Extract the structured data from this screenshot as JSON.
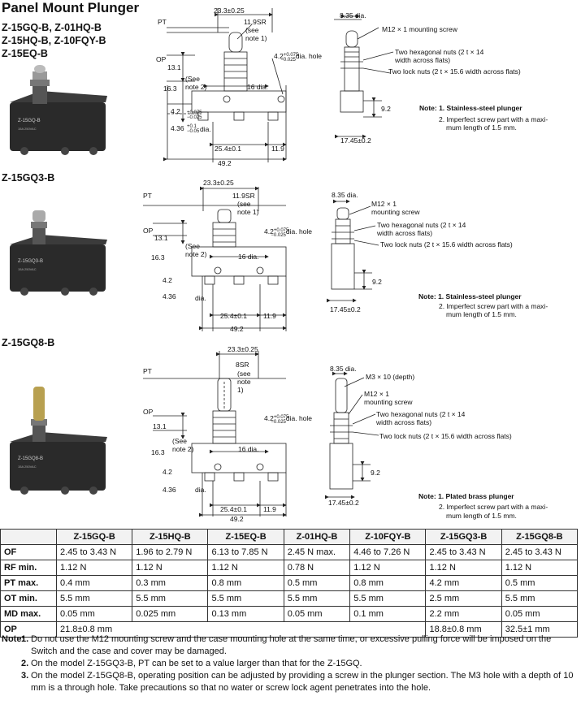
{
  "header": {
    "title": "Panel Mount Plunger",
    "models": [
      "Z-15GQ-B, Z-01HQ-B",
      "Z-15HQ-B, Z-10FQY-B",
      "Z-15EQ-B"
    ]
  },
  "sections": [
    {
      "label": "",
      "side": {
        "dia": "8.35 dia.",
        "callouts": [
          "M12 × 1 mounting screw",
          "Two hexagonal nuts (2 t × 14",
          "width across flats)",
          "Two lock nuts (2 t × 15.6 width across flats)"
        ],
        "dims": [
          "9.2",
          "17.45±0.2"
        ]
      },
      "front": {
        "dims": [
          "23.3±0.25",
          "11.9SR",
          "(see",
          "note 1)",
          "PT",
          "OP",
          "13.1",
          "(See",
          "note 2)",
          "16.3",
          "16 dia.",
          "4.2",
          "4.36",
          "25.4±0.1",
          "11.9",
          "49.2",
          "dia. hole",
          "dia."
        ]
      },
      "notes": [
        "Note: 1. Stainless-steel plunger",
        "2. Imperfect screw part with a maxi-",
        "mum length of 1.5 mm."
      ]
    },
    {
      "label": "Z-15GQ3-B",
      "side": {
        "dia": "8.35 dia.",
        "callouts": [
          "M12 × 1",
          "mounting screw",
          "Two hexagonal nuts (2 t × 14",
          "width across flats)",
          "Two lock nuts (2 t × 15.6 width across flats)"
        ],
        "dims": [
          "9.2",
          "17.45±0.2"
        ]
      },
      "notes": [
        "Note: 1. Stainless-steel plunger",
        "2. Imperfect screw part with a maxi-",
        "mum length of 1.5 mm."
      ]
    },
    {
      "label": "Z-15GQ8-B",
      "side": {
        "dia": "8.35 dia.",
        "callouts": [
          "M3 × 10 (depth)",
          "M12 × 1",
          "mounting screw",
          "Two hexagonal nuts (2 t × 14",
          "width across flats)",
          "Two lock nuts (2 t × 15.6 width across flats)"
        ],
        "dims": [
          "9.2",
          "17.45±0.2"
        ]
      },
      "front": {
        "sr": "8SR",
        "see": "(see",
        "note": "note",
        "one": "1)"
      },
      "notes": [
        "Note: 1. Plated brass plunger",
        "2. Imperfect screw part with a maxi-",
        "mum length of 1.5 mm."
      ]
    }
  ],
  "table": {
    "columns": [
      "",
      "Z-15GQ-B",
      "Z-15HQ-B",
      "Z-15EQ-B",
      "Z-01HQ-B",
      "Z-10FQY-B",
      "Z-15GQ3-B",
      "Z-15GQ8-B"
    ],
    "rows": [
      [
        "OF",
        "2.45 to 3.43 N",
        "1.96 to 2.79 N",
        "6.13 to 7.85 N",
        "2.45 N max.",
        "4.46 to 7.26 N",
        "2.45 to 3.43 N",
        "2.45 to 3.43 N"
      ],
      [
        "RF min.",
        "1.12 N",
        "1.12 N",
        "1.12 N",
        "0.78 N",
        "1.12 N",
        "1.12 N",
        "1.12 N"
      ],
      [
        "PT max.",
        "0.4 mm",
        "0.3 mm",
        "0.8 mm",
        "0.5 mm",
        "0.8 mm",
        "4.2 mm",
        "0.5 mm"
      ],
      [
        "OT min.",
        "5.5 mm",
        "5.5 mm",
        "5.5 mm",
        "5.5 mm",
        "5.5 mm",
        "2.5 mm",
        "5.5 mm"
      ],
      [
        "MD max.",
        "0.05 mm",
        "0.025 mm",
        "0.13 mm",
        "0.05 mm",
        "0.1 mm",
        "2.2 mm",
        "0.05 mm"
      ]
    ],
    "op_row": {
      "label": "OP",
      "value_a": "21.8±0.8 mm",
      "value_b": "18.8±0.8 mm",
      "value_c": "32.5±1 mm"
    }
  },
  "footnotes": {
    "lead": "Note:",
    "items": [
      {
        "num": "1.",
        "text": "Do not use the M12 mounting screw and the case mounting hole at the same time, or excessive pulling force will be imposed on the Switch and the case and cover may be damaged."
      },
      {
        "num": "2.",
        "text": "On the model Z-15GQ3-B, PT can be set to a value larger than that for the Z-15GQ."
      },
      {
        "num": "3.",
        "text": "On the model Z-15GQ8-B, operating position can be adjusted by providing a screw in the plunger section. The M3 hole with a depth of 10 mm is a through hole. Take precautions so that no water or screw lock agent penetrates into the hole."
      }
    ]
  },
  "colors": {
    "switch_body": "#2a2a2a",
    "line": "#222222",
    "photo_bg": "#ffffff"
  }
}
